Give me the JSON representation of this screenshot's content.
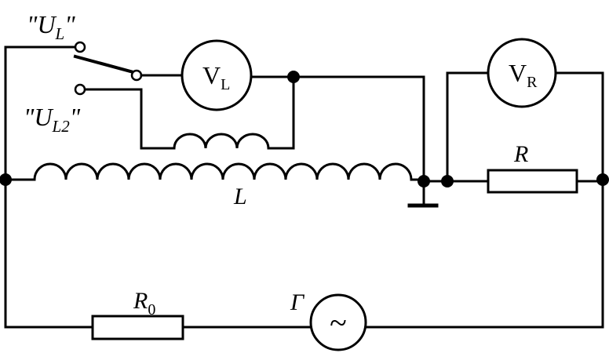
{
  "switch": {
    "label_ul_main": "\"U",
    "label_ul_sub": "L",
    "label_ul_end": "\"",
    "label_ul2_main": "\"U",
    "label_ul2_sub": "L2",
    "label_ul2_end": "\""
  },
  "meters": {
    "vl_main": "V",
    "vl_sub": "L",
    "vr_main": "V",
    "vr_sub": "R"
  },
  "components": {
    "inductor_label": "L",
    "resistor_label": "R",
    "r0_main": "R",
    "r0_sub": "0",
    "generator_label": "Γ",
    "generator_symbol": "~"
  }
}
